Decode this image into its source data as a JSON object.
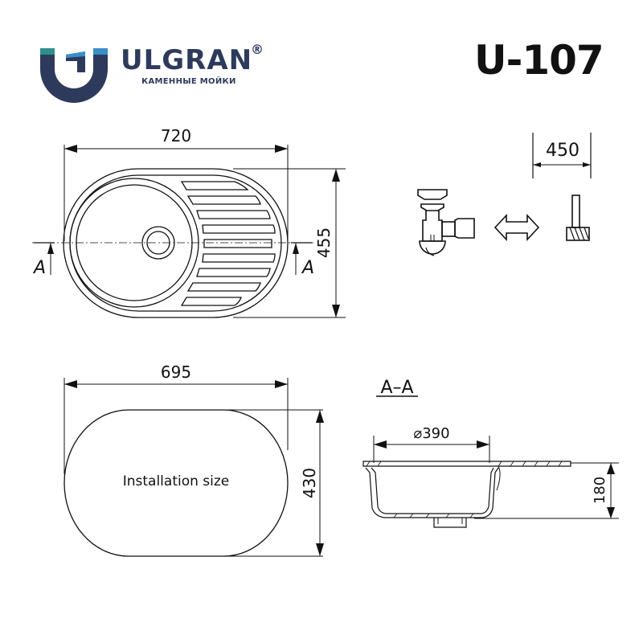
{
  "header": {
    "brand": "ULGRAN",
    "registered_mark": "®",
    "tagline": "КАМЕННЫЕ МОЙКИ",
    "model": "U-107",
    "logo_colors": {
      "navy": "#2d3a5c",
      "teal": "#2f8f8a",
      "blue": "#3a8fc9"
    }
  },
  "top_view": {
    "width_dim": "720",
    "height_dim": "455",
    "section_mark_left": "A",
    "section_mark_right": "A"
  },
  "accessories": {
    "distance_dim": "450",
    "siphon_icon": "siphon-icon",
    "swap_icon": "double-arrow-icon",
    "valve_icon": "valve-icon"
  },
  "installation": {
    "width_dim": "695",
    "height_dim": "430",
    "label": "Installation size"
  },
  "section": {
    "title": "A–A",
    "diameter_dim": "⌀390",
    "depth_dim": "180"
  }
}
